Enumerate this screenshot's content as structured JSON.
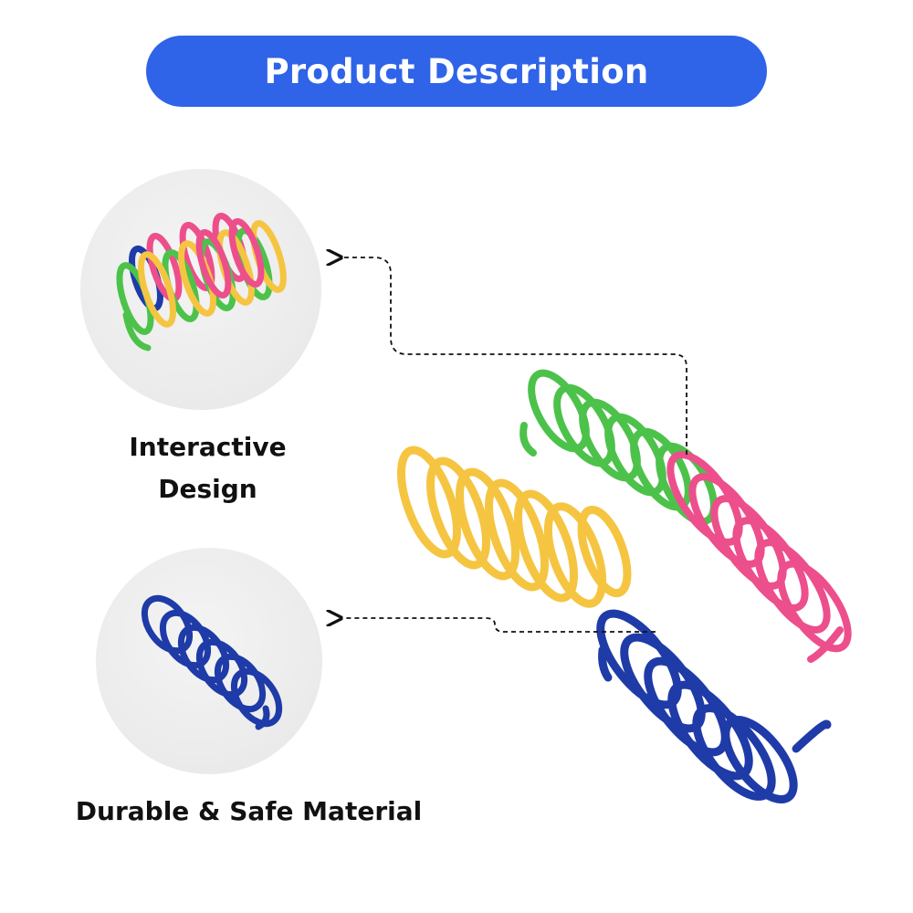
{
  "header": {
    "title": "Product Description"
  },
  "features": [
    {
      "line1": "Interactive",
      "line2": "Design",
      "image_icon": "multicolor-spring-bundle-icon"
    },
    {
      "line1": "Durable & Safe Material",
      "image_icon": "blue-spring-icon"
    }
  ],
  "colors": {
    "banner": "#2f63e8",
    "spring_yellow": "#f5c542",
    "spring_green": "#4cc24a",
    "spring_pink": "#ec4f8c",
    "spring_blue": "#1f3ba8"
  }
}
